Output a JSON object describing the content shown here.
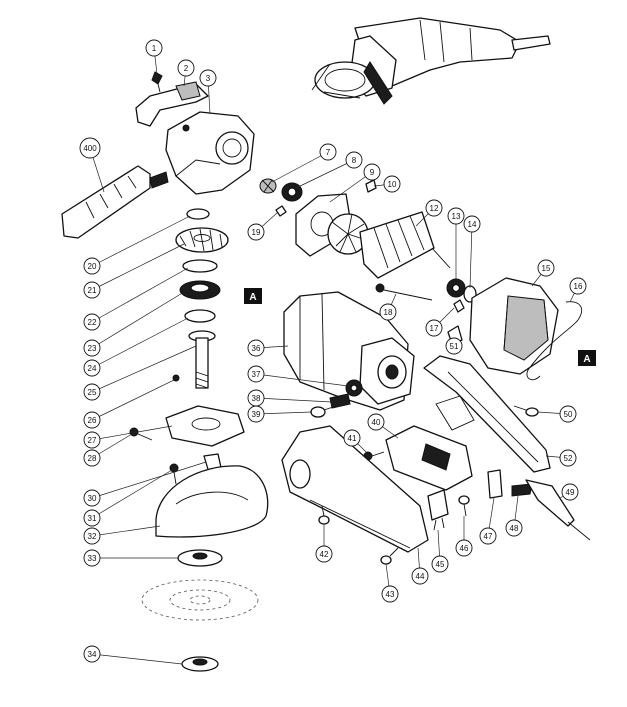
{
  "diagram": {
    "callouts": [
      {
        "part": "1",
        "label": "1"
      },
      {
        "part": "2",
        "label": "2"
      },
      {
        "part": "3",
        "label": "3"
      },
      {
        "part": "400",
        "label": "400"
      },
      {
        "part": "7",
        "label": "7"
      },
      {
        "part": "8",
        "label": "8"
      },
      {
        "part": "9",
        "label": "9"
      },
      {
        "part": "10",
        "label": "10"
      },
      {
        "part": "19",
        "label": "19"
      },
      {
        "part": "20",
        "label": "20"
      },
      {
        "part": "21",
        "label": "21"
      },
      {
        "part": "22",
        "label": "22"
      },
      {
        "part": "23",
        "label": "23"
      },
      {
        "part": "24",
        "label": "24"
      },
      {
        "part": "25",
        "label": "25"
      },
      {
        "part": "26",
        "label": "26"
      },
      {
        "part": "27",
        "label": "27"
      },
      {
        "part": "28",
        "label": "28"
      },
      {
        "part": "30",
        "label": "30"
      },
      {
        "part": "31",
        "label": "31"
      },
      {
        "part": "32",
        "label": "32"
      },
      {
        "part": "33",
        "label": "33"
      },
      {
        "part": "34",
        "label": "34"
      },
      {
        "part": "12",
        "label": "12"
      },
      {
        "part": "13",
        "label": "13"
      },
      {
        "part": "14",
        "label": "14"
      },
      {
        "part": "15",
        "label": "15"
      },
      {
        "part": "16",
        "label": "16"
      },
      {
        "part": "17",
        "label": "17"
      },
      {
        "part": "18",
        "label": "18"
      },
      {
        "part": "51",
        "label": "51"
      },
      {
        "part": "36",
        "label": "36"
      },
      {
        "part": "37",
        "label": "37"
      },
      {
        "part": "38",
        "label": "38"
      },
      {
        "part": "39",
        "label": "39"
      },
      {
        "part": "40",
        "label": "40"
      },
      {
        "part": "41",
        "label": "41"
      },
      {
        "part": "50",
        "label": "50"
      },
      {
        "part": "52",
        "label": "52"
      },
      {
        "part": "49",
        "label": "49"
      },
      {
        "part": "48",
        "label": "48"
      },
      {
        "part": "47",
        "label": "47"
      },
      {
        "part": "46",
        "label": "46"
      },
      {
        "part": "45",
        "label": "45"
      },
      {
        "part": "44",
        "label": "44"
      },
      {
        "part": "43",
        "label": "43"
      },
      {
        "part": "42",
        "label": "42"
      }
    ],
    "flags": [
      {
        "id": "flag-left",
        "label": "A"
      },
      {
        "id": "flag-right",
        "label": "A"
      }
    ]
  }
}
